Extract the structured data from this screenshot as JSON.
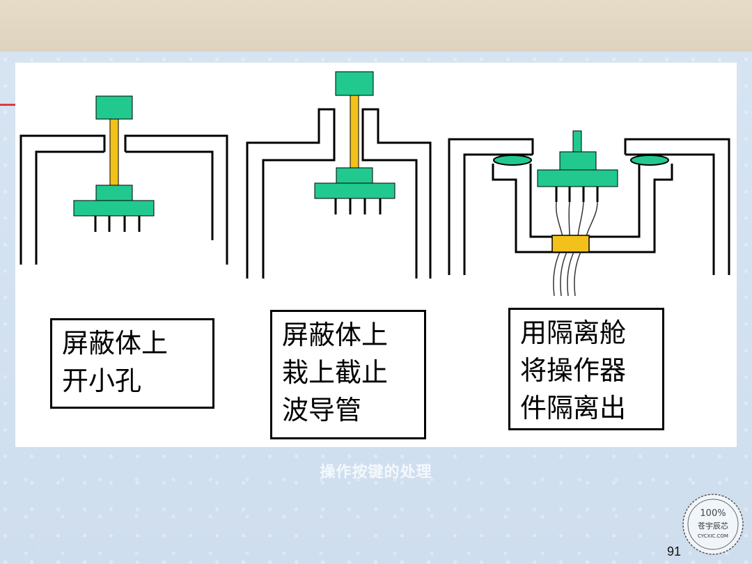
{
  "labels": {
    "box1": [
      "屏蔽体上",
      "开小孔"
    ],
    "box2": [
      "屏蔽体上",
      "栽上截止",
      "波导管"
    ],
    "box3": [
      "用隔离舱",
      "将操作器",
      "件隔离出"
    ]
  },
  "caption": "操作按键的处理",
  "page_number": "91",
  "seal": {
    "top": "100%",
    "middle": "苍宇辰芯",
    "bottom": "CYCXIC.COM"
  },
  "colors": {
    "component": "#21c98f",
    "shaft": "#f2c21b",
    "outline": "#000000",
    "panel": "#ffffff"
  }
}
